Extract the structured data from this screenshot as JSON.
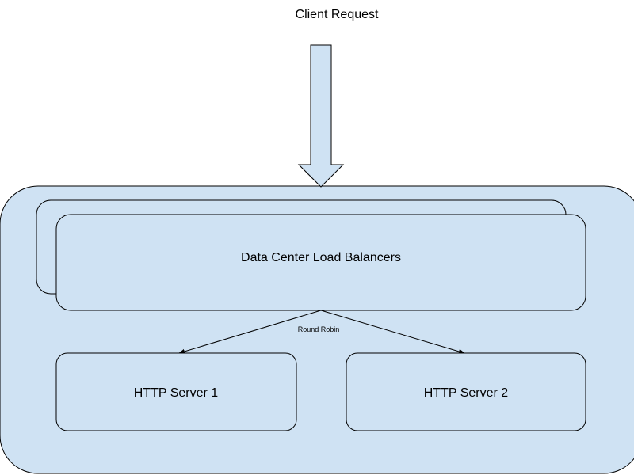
{
  "diagram": {
    "colors": {
      "fill": "#cfe2f3",
      "stroke": "#000000",
      "background": "#ffffff"
    },
    "request_label": "Client Request",
    "container": {
      "load_balancer_label": "Data Center Load Balancers",
      "edge_label": "Round Robin",
      "servers": [
        {
          "label": "HTTP Server 1"
        },
        {
          "label": "HTTP Server 2"
        }
      ]
    }
  }
}
